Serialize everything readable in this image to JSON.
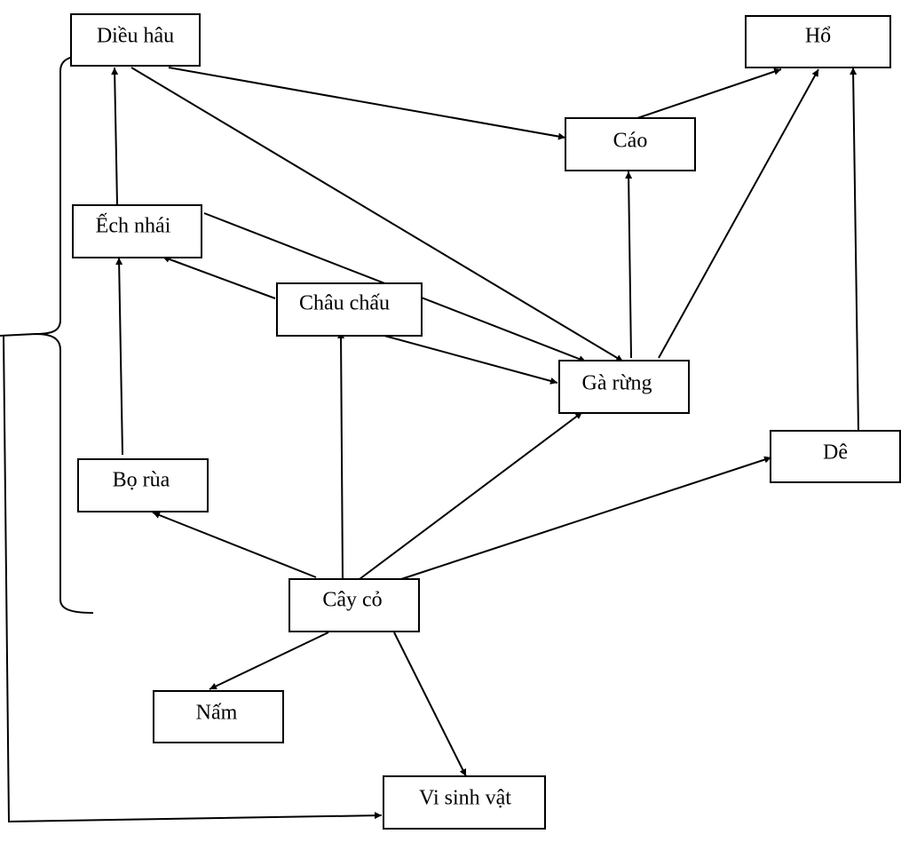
{
  "nodes": {
    "dieu_hau": "Diều hâu",
    "ho": "Hổ",
    "cao": "Cáo",
    "ech_nhai": "Ếch nhái",
    "chau_chau": "Châu chấu",
    "ga_rung": "Gà rừng",
    "de": "Dê",
    "bo_rua": "Bọ rùa",
    "cay_co": "Cây cỏ",
    "nam": "Nấm",
    "vi_sinh_vat": "Vi sinh vật"
  },
  "edges": [
    {
      "from": "cay_co",
      "to": "bo_rua"
    },
    {
      "from": "cay_co",
      "to": "chau_chau"
    },
    {
      "from": "cay_co",
      "to": "ga_rung"
    },
    {
      "from": "cay_co",
      "to": "de"
    },
    {
      "from": "cay_co",
      "to": "nam"
    },
    {
      "from": "cay_co",
      "to": "vi_sinh_vat"
    },
    {
      "from": "bo_rua",
      "to": "ech_nhai"
    },
    {
      "from": "chau_chau",
      "to": "ech_nhai"
    },
    {
      "from": "chau_chau",
      "to": "ga_rung"
    },
    {
      "from": "ech_nhai",
      "to": "dieu_hau"
    },
    {
      "from": "ech_nhai",
      "to": "ga_rung"
    },
    {
      "from": "dieu_hau",
      "to": "ga_rung"
    },
    {
      "from": "dieu_hau",
      "to": "cao"
    },
    {
      "from": "ga_rung",
      "to": "cao"
    },
    {
      "from": "ga_rung",
      "to": "ho"
    },
    {
      "from": "cao",
      "to": "ho"
    },
    {
      "from": "de",
      "to": "ho"
    },
    {
      "from": "consumers_group",
      "to": "vi_sinh_vat"
    }
  ]
}
